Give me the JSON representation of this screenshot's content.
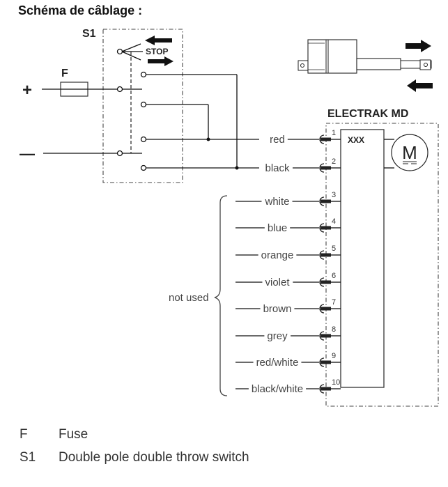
{
  "title": "Schéma de câblage :",
  "switch": {
    "label": "S1",
    "stop_label": "STOP"
  },
  "fuse": {
    "label": "F"
  },
  "supply": {
    "plus": "+",
    "minus": "—"
  },
  "actuator": {
    "name": "ELECTRAK MD",
    "controller_label": "XXX",
    "motor_label": "M"
  },
  "wires": [
    {
      "pin": "1",
      "color": "red",
      "used": true
    },
    {
      "pin": "2",
      "color": "black",
      "used": true
    },
    {
      "pin": "3",
      "color": "white",
      "used": false
    },
    {
      "pin": "4",
      "color": "blue",
      "used": false
    },
    {
      "pin": "5",
      "color": "orange",
      "used": false
    },
    {
      "pin": "6",
      "color": "violet",
      "used": false
    },
    {
      "pin": "7",
      "color": "brown",
      "used": false
    },
    {
      "pin": "8",
      "color": "grey",
      "used": false
    },
    {
      "pin": "9",
      "color": "red/white",
      "used": false
    },
    {
      "pin": "10",
      "color": "black/white",
      "used": false
    }
  ],
  "not_used_label": "not used",
  "legend": [
    {
      "symbol": "F",
      "description": "Fuse"
    },
    {
      "symbol": "S1",
      "description": "Double pole double throw switch"
    }
  ]
}
